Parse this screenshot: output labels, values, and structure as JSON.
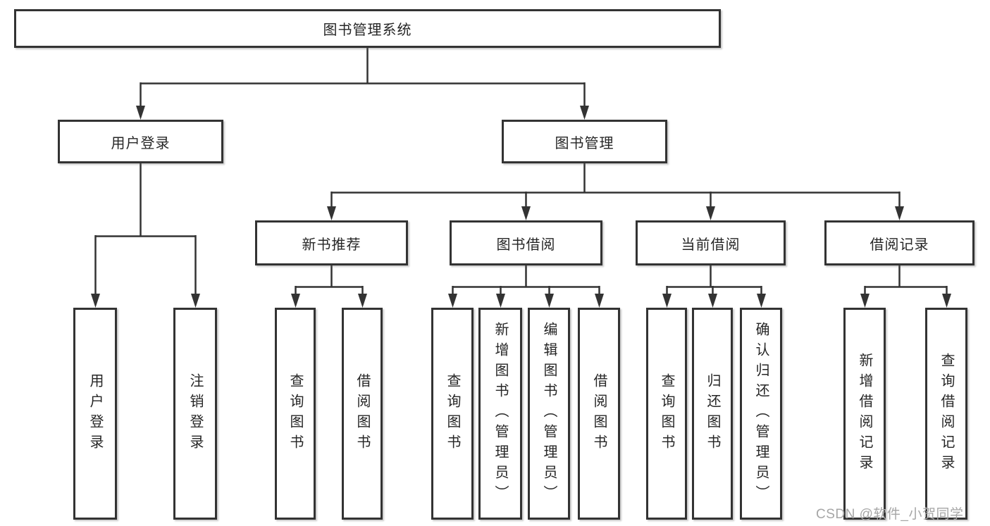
{
  "tree": {
    "root": {
      "label": "图书管理系统",
      "children": [
        {
          "label": "用户登录",
          "children": [
            {
              "label": "用户登录"
            },
            {
              "label": "注销登录"
            }
          ]
        },
        {
          "label": "图书管理",
          "children": [
            {
              "label": "新书推荐",
              "children": [
                {
                  "label": "查询图书"
                },
                {
                  "label": "借阅图书"
                }
              ]
            },
            {
              "label": "图书借阅",
              "children": [
                {
                  "label": "查询图书"
                },
                {
                  "label": "新增图书（管理员）"
                },
                {
                  "label": "编辑图书（管理员）"
                },
                {
                  "label": "借阅图书"
                }
              ]
            },
            {
              "label": "当前借阅",
              "children": [
                {
                  "label": "查询图书"
                },
                {
                  "label": "归还图书"
                },
                {
                  "label": "确认归还（管理员）"
                }
              ]
            },
            {
              "label": "借阅记录",
              "children": [
                {
                  "label": "新增借阅记录"
                },
                {
                  "label": "查询借阅记录"
                }
              ]
            }
          ]
        }
      ]
    }
  },
  "watermark": {
    "text": "CSDN @软件_小贺同学"
  },
  "colors": {
    "line": "#333333",
    "box_border": "#333333",
    "text": "#262626",
    "watermark_text": "#a6a6a6",
    "background": "#ffffff"
  }
}
